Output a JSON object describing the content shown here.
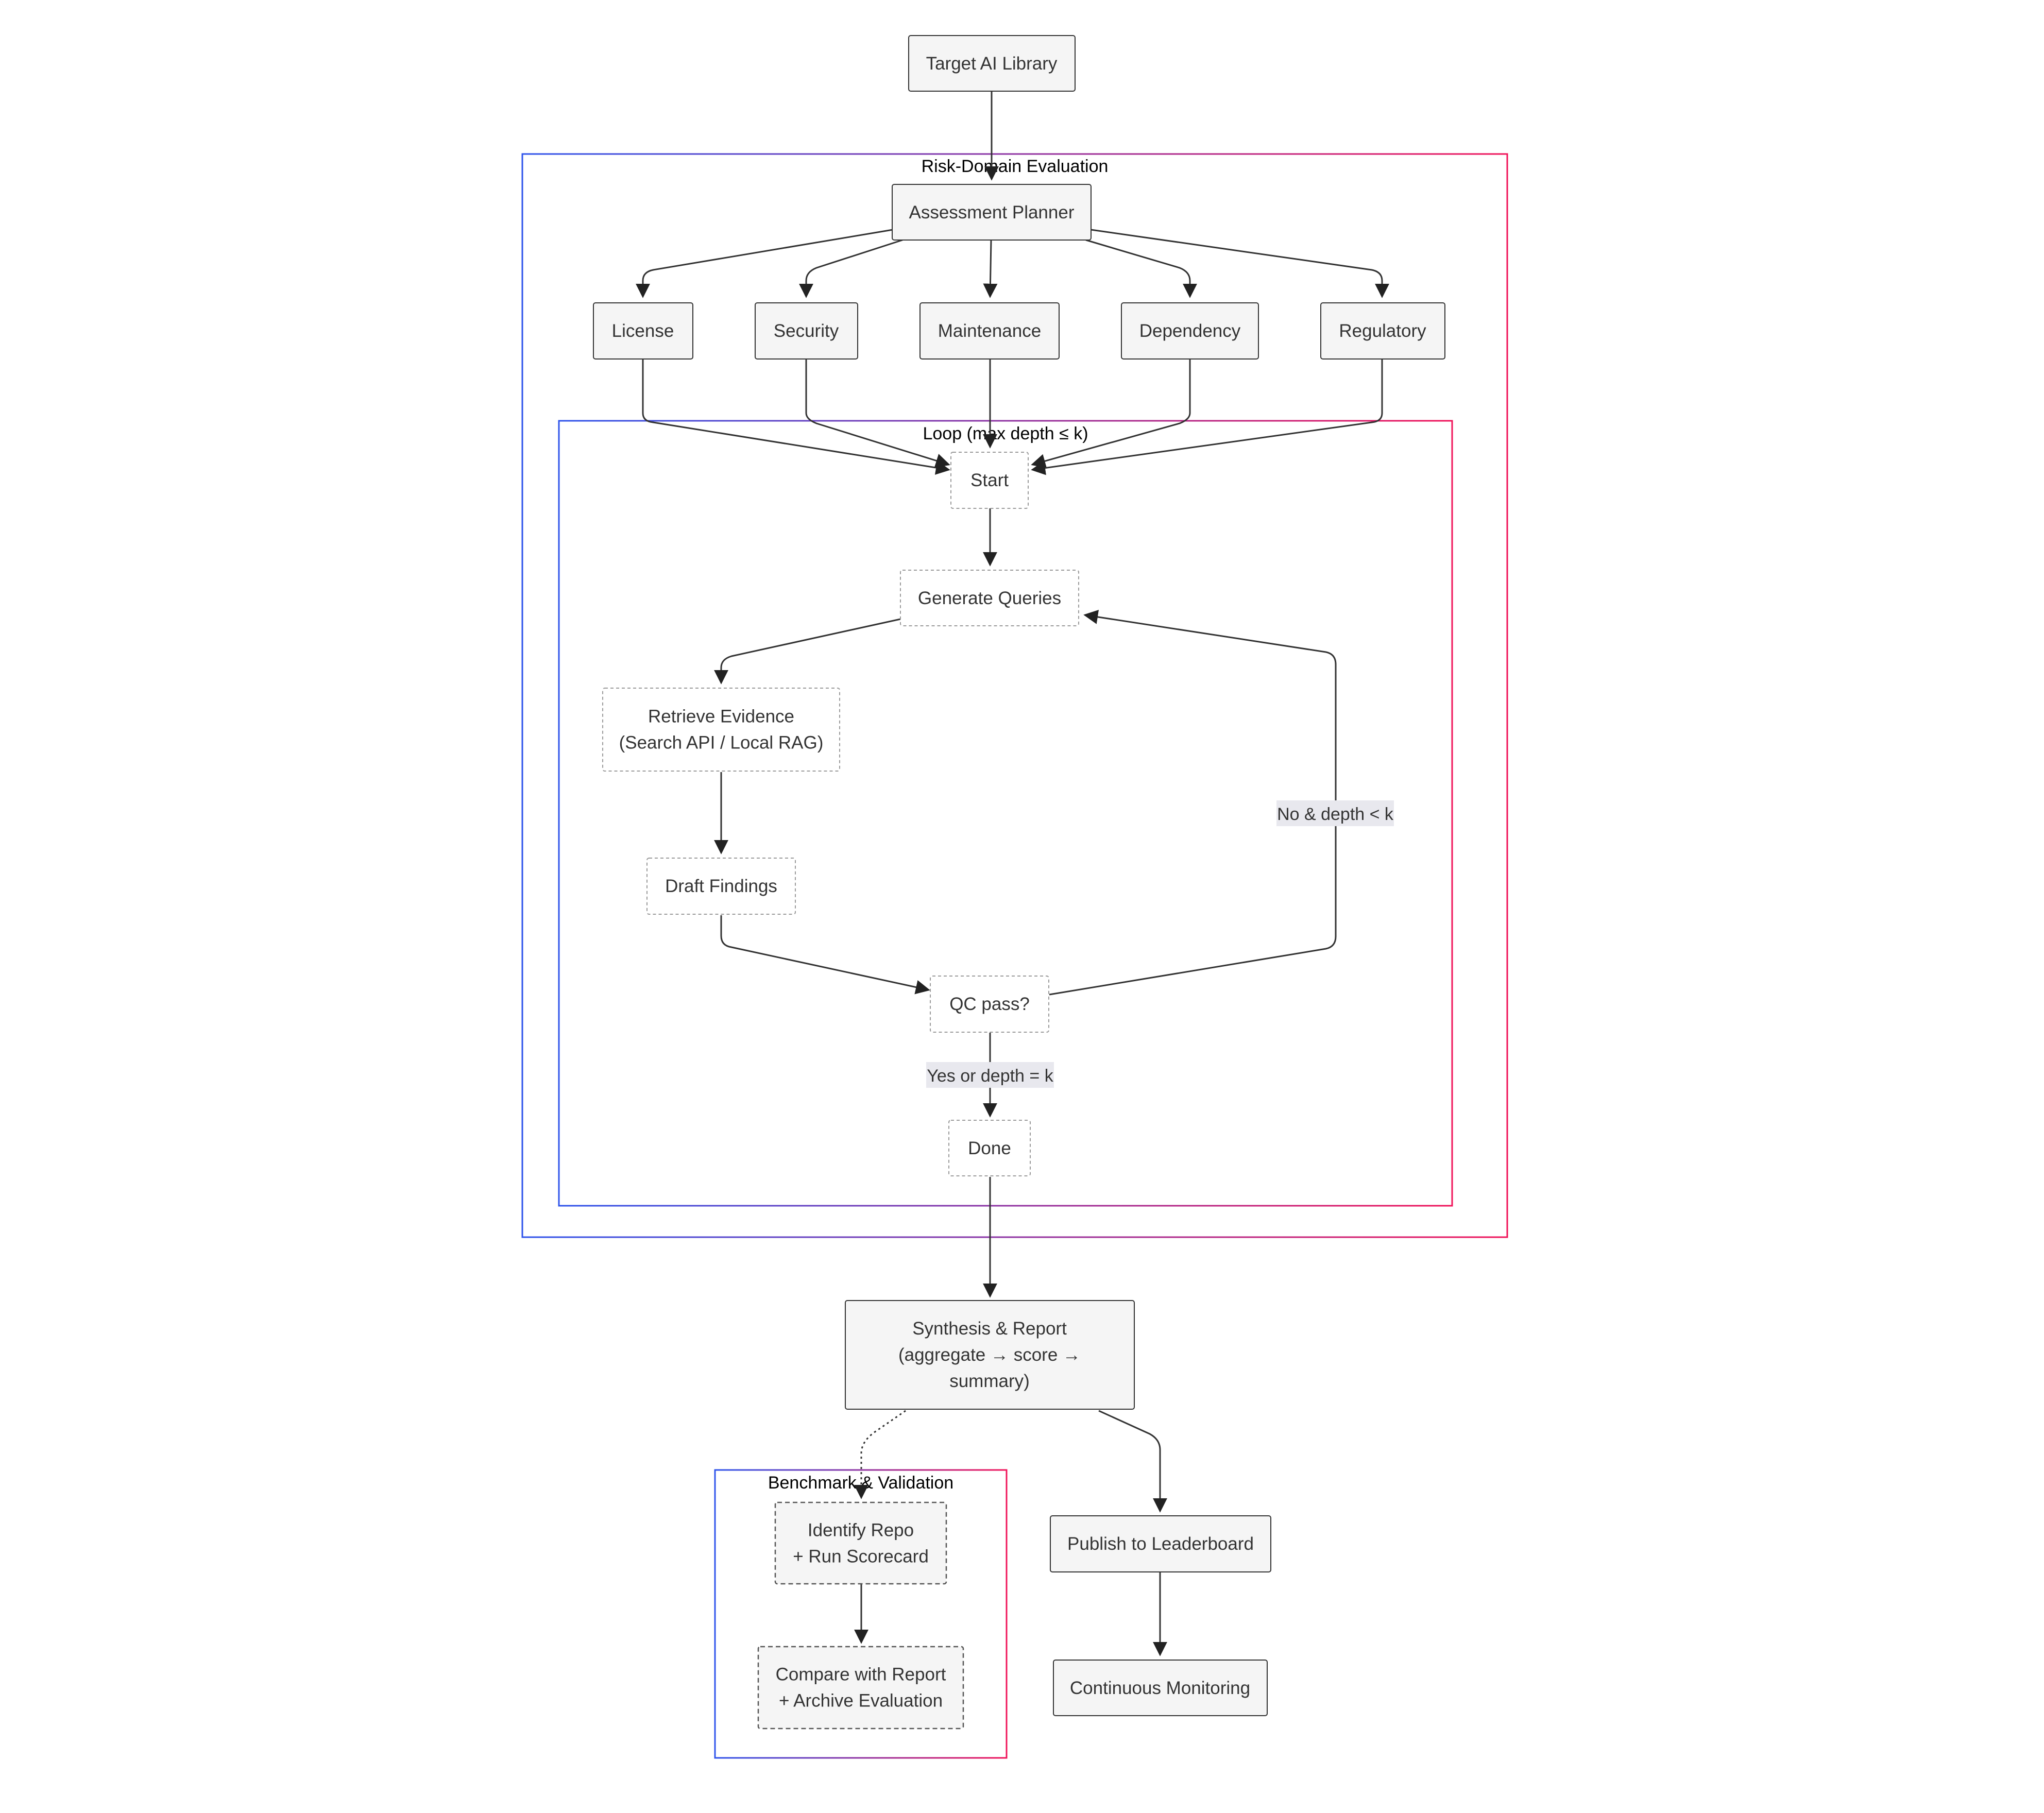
{
  "nodes": {
    "target": {
      "lines": [
        "Target AI Library"
      ]
    },
    "planner": {
      "lines": [
        "Assessment Planner"
      ]
    },
    "license": {
      "lines": [
        "License"
      ]
    },
    "security": {
      "lines": [
        "Security"
      ]
    },
    "maintenance": {
      "lines": [
        "Maintenance"
      ]
    },
    "dependency": {
      "lines": [
        "Dependency"
      ]
    },
    "regulatory": {
      "lines": [
        "Regulatory"
      ]
    },
    "start": {
      "lines": [
        "Start"
      ]
    },
    "queries": {
      "lines": [
        "Generate Queries"
      ]
    },
    "retrieve": {
      "lines": [
        "Retrieve Evidence",
        "(Search API / Local RAG)"
      ]
    },
    "draft": {
      "lines": [
        "Draft Findings"
      ]
    },
    "qc": {
      "lines": [
        "QC pass?"
      ]
    },
    "done": {
      "lines": [
        "Done"
      ]
    },
    "synthesis": {
      "lines": [
        "Synthesis & Report",
        "(aggregate → score →",
        "summary)"
      ]
    },
    "identify": {
      "lines": [
        "Identify Repo",
        "+ Run Scorecard"
      ]
    },
    "compare": {
      "lines": [
        "Compare with Report",
        "+ Archive Evaluation"
      ]
    },
    "publish": {
      "lines": [
        "Publish to Leaderboard"
      ]
    },
    "monitoring": {
      "lines": [
        "Continuous Monitoring"
      ]
    }
  },
  "clusters": {
    "risk": {
      "title": "Risk-Domain Evaluation"
    },
    "loop": {
      "title": "Loop (max depth ≤ k)"
    },
    "benchmark": {
      "title": "Benchmark & Validation"
    }
  },
  "edge_labels": {
    "retry": "No & depth < k",
    "exit": "Yes or depth = k"
  },
  "colors": {
    "cluster_gradient_start": "#2f54eb",
    "cluster_gradient_end": "#f0145a",
    "node_fill": "#f5f5f5",
    "node_stroke": "#333333",
    "edge": "#333333",
    "edge_label_bg": "#e8e8ee"
  }
}
